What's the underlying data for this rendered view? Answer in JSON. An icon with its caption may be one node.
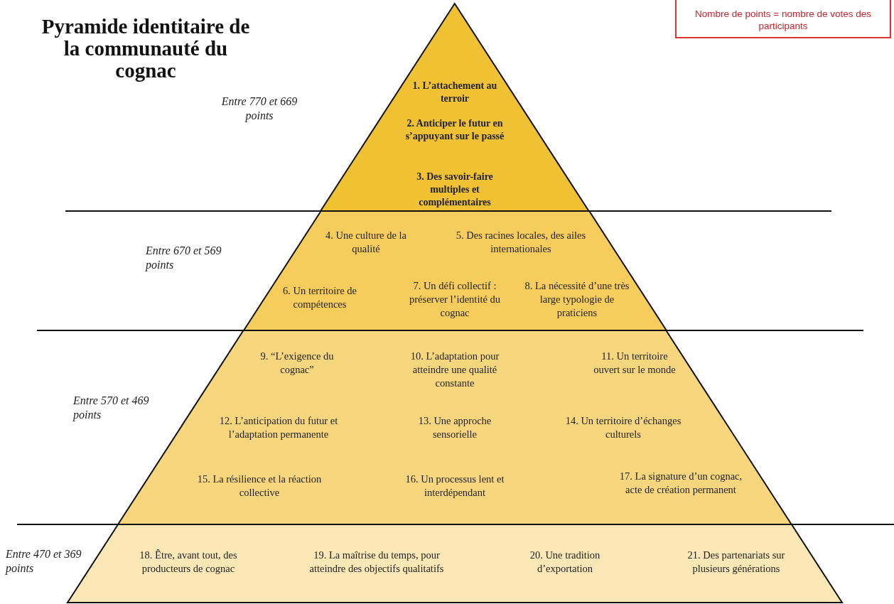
{
  "diagram": {
    "title": "Pyramide identitaire de la communauté du cognac",
    "nodes": [
      {
        "text": [
          "1. L’attachement au terroir",
          "2. Anticiper le futur en s’appuyant sur le passé",
          "3. Des savoir-faire multiples et complémentaires"
        ],
        "beside": [
          "Entre 770 et 669 points"
        ]
      },
      {
        "text": [
          "4. Une culture de la qualité",
          "5. Des racines locales, des ailes internationales",
          "6. Un territoire de compétences",
          "7. Un défi collectif : préserver l’identité du cognac",
          "8. La nécessité d’une très large typologie de praticiens"
        ],
        "beside": [
          "Entre 670 et 569 points"
        ]
      },
      {
        "text": [
          "9. “L’exigence du cognac”",
          "10. L’adaptation pour atteindre une qualité constante",
          "11. Un territoire ouvert sur le monde",
          "12. L’anticipation du futur et l’adaptation permanente",
          "13. Une approche sensorielle",
          "14. Un territoire d’échanges culturels",
          "15. La résilience et la réaction collective",
          "16. Un processus lent et interdépendant",
          "17. La signature d’un cognac, acte de création permanent"
        ],
        "beside": [
          "Entre 570 et 469 points"
        ]
      },
      {
        "text": [
          "18. Être, avant tout, des producteurs de cognac",
          "19. La maîtrise du temps, pour atteindre des objectifs qualitatifs",
          "20. Une tradition d’exportation",
          "21. Des partenariats sur plusieurs générations"
        ],
        "beside": [
          "Entre 470 et 369 points"
        ]
      },
      {
        "text": [
          "Nombre de points = nombre de votes des participants"
        ]
      }
    ]
  }
}
